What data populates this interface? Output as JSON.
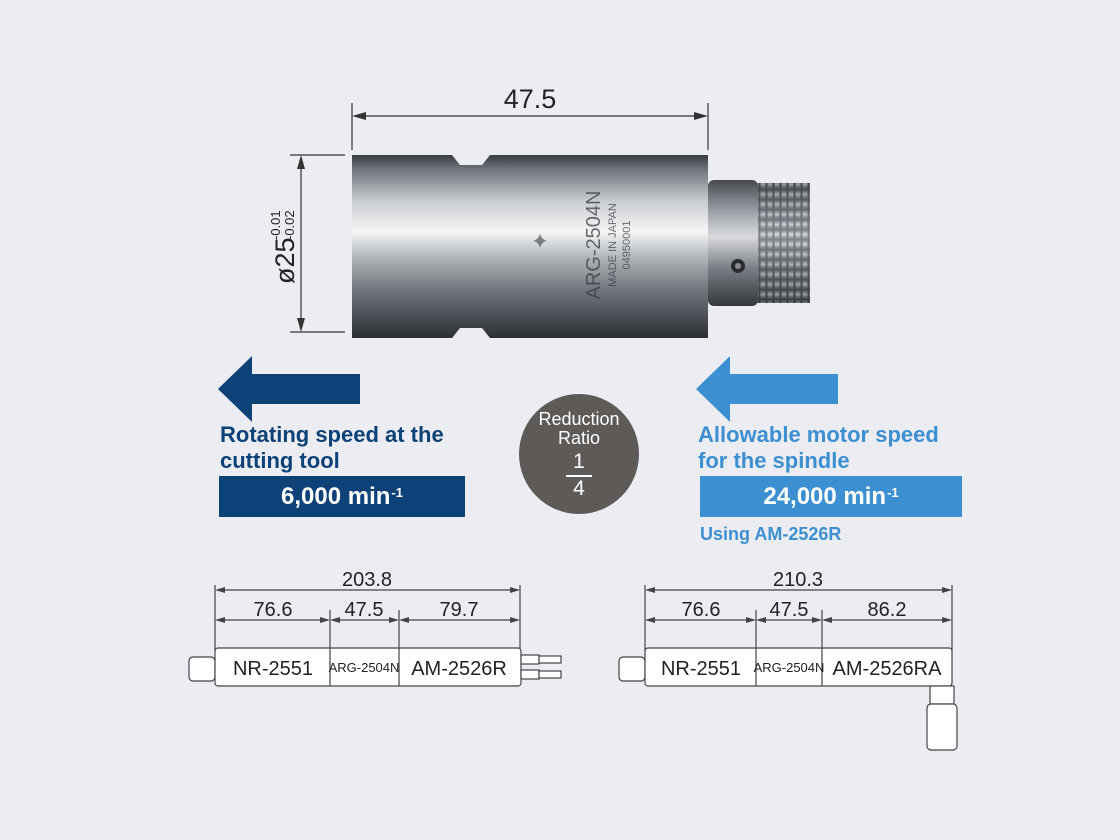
{
  "product": {
    "length": "47.5",
    "diameter": "ø25",
    "tol_upper": "-0.01",
    "tol_lower": "-0.02",
    "engraving": {
      "model": "ARG-2504N",
      "origin": "MADE IN JAPAN",
      "serial": "04950001"
    }
  },
  "left_panel": {
    "label_line1": "Rotating speed at the",
    "label_line2": "cutting tool",
    "speed_value": "6,000 min",
    "speed_exp": "-1",
    "color": "#0d4278"
  },
  "right_panel": {
    "label_line1": "Allowable motor speed",
    "label_line2": "for the spindle",
    "speed_value": "24,000 min",
    "speed_exp": "-1",
    "note": "Using AM-2526R",
    "color": "#3c8fd0"
  },
  "ratio": {
    "line1": "Reduction",
    "line2": "Ratio",
    "numerator": "1",
    "denominator": "4"
  },
  "assembly_left": {
    "total": "203.8",
    "segments": [
      "76.6",
      "47.5",
      "79.7"
    ],
    "parts": [
      "NR-2551",
      "ARG-2504N",
      "AM-2526R"
    ]
  },
  "assembly_right": {
    "total": "210.3",
    "segments": [
      "76.6",
      "47.5",
      "86.2"
    ],
    "parts": [
      "NR-2551",
      "ARG-2504N",
      "AM-2526RA"
    ]
  }
}
